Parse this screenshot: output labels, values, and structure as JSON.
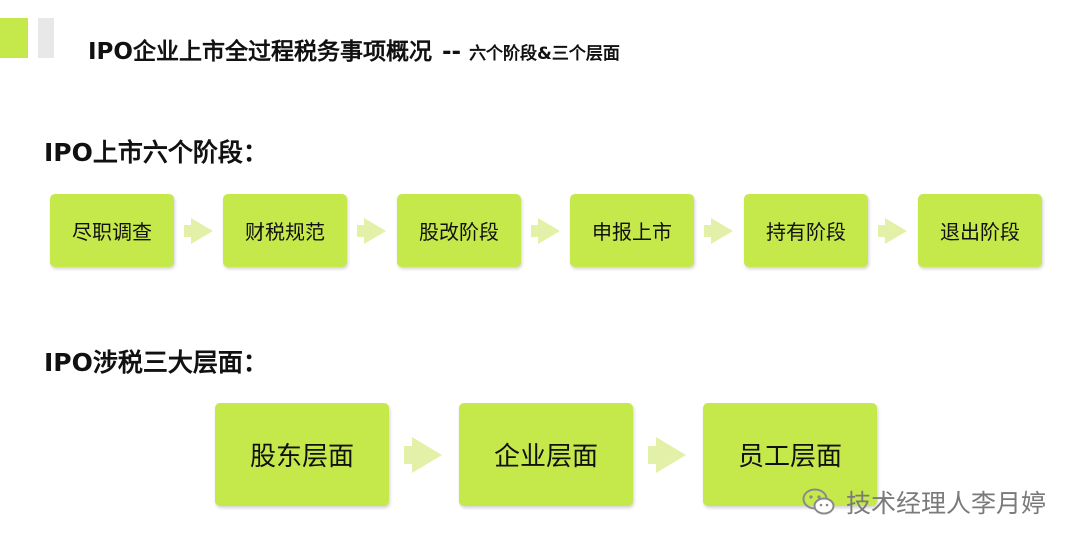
{
  "header": {
    "title": "IPO企业上市全过程税务事项概况",
    "separator": "--",
    "subtitle": "六个阶段&三个层面"
  },
  "stages": {
    "heading": "IPO上市六个阶段：",
    "items": [
      {
        "label": "尽职调查"
      },
      {
        "label": "财税规范"
      },
      {
        "label": "股改阶段"
      },
      {
        "label": "申报上市"
      },
      {
        "label": "持有阶段"
      },
      {
        "label": "退出阶段"
      }
    ]
  },
  "layers": {
    "heading": "IPO涉税三大层面：",
    "items": [
      {
        "label": "股东层面"
      },
      {
        "label": "企业层面"
      },
      {
        "label": "员工层面"
      }
    ]
  },
  "watermark": {
    "icon": "wechat-icon",
    "text": "技术经理人李月婷"
  },
  "colors": {
    "box": "#c5e84b",
    "arrow": "#e3f1a8",
    "accent": "#c5e84b",
    "accent_gray": "#e8e8e8"
  }
}
